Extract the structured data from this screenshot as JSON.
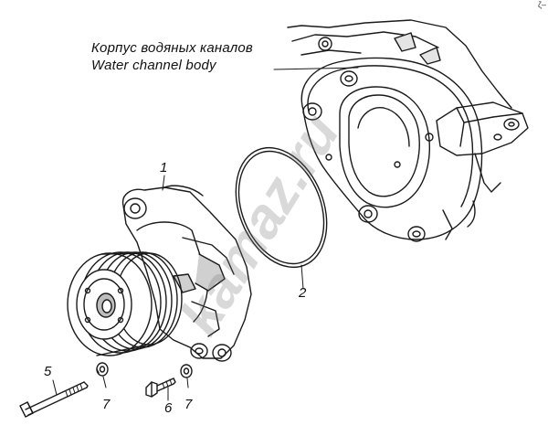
{
  "title_ru": "Корпус водяных каналов",
  "title_en": "Water channel body",
  "corner_mark": "ζ–",
  "watermark": "kamaz.ru",
  "callouts": {
    "pump": "1",
    "oring": "2",
    "bolt_long": "5",
    "bolt_short": "6",
    "washer_a": "7",
    "washer_b": "7"
  },
  "colors": {
    "line": "#1a1a1a",
    "shade": "#bdbdbd",
    "watermark": "#787878"
  }
}
